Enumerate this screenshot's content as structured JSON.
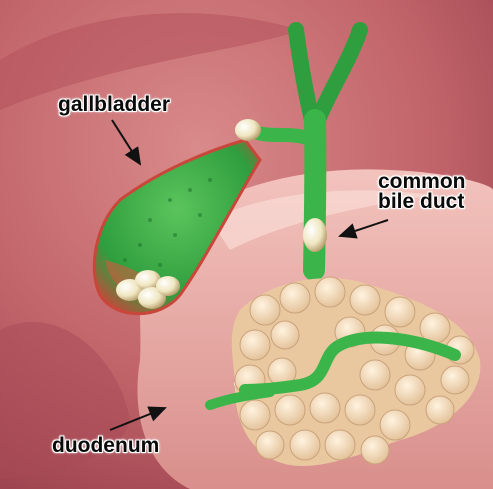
{
  "labels": {
    "gallbladder": "gallbladder",
    "common_bile_duct_line1": "common",
    "common_bile_duct_line2": "bile duct",
    "duodenum": "duodenum"
  },
  "colors": {
    "background_tissue": "#c7696e",
    "stomach_pink": "#e8a7a2",
    "bile_green": "#3bb54a",
    "pancreas": "#f2d8b5",
    "gallstone": "#efe8c4"
  }
}
